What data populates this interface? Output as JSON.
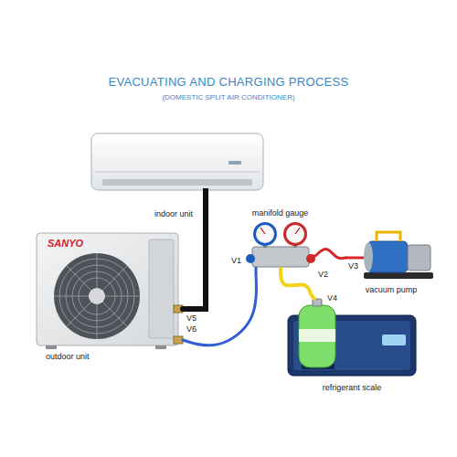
{
  "diagram": {
    "title": "EVACUATING AND CHARGING PROCESS",
    "nodes": [
      {
        "text": [
          "indoor unit"
        ]
      },
      {
        "text": [
          "SANYO",
          "outdoor unit"
        ]
      },
      {
        "text": [
          "manifold gauge"
        ]
      },
      {
        "text": [
          "vacuum pump"
        ]
      },
      {
        "text": [
          "refrigerant scale"
        ]
      }
    ],
    "edges": [
      {
        "from": 0,
        "to": 1,
        "arrow": "none"
      },
      {
        "from": 1,
        "to": 2,
        "arrow": "none"
      },
      {
        "from": 2,
        "to": 3,
        "arrow": "none"
      },
      {
        "from": 2,
        "to": 4,
        "arrow": "none"
      }
    ],
    "labels": [
      "(DOMESTIC SPLIT AIR CONDITIONER)",
      "V1",
      "V2",
      "V3",
      "V4",
      "V5",
      "V6"
    ]
  }
}
